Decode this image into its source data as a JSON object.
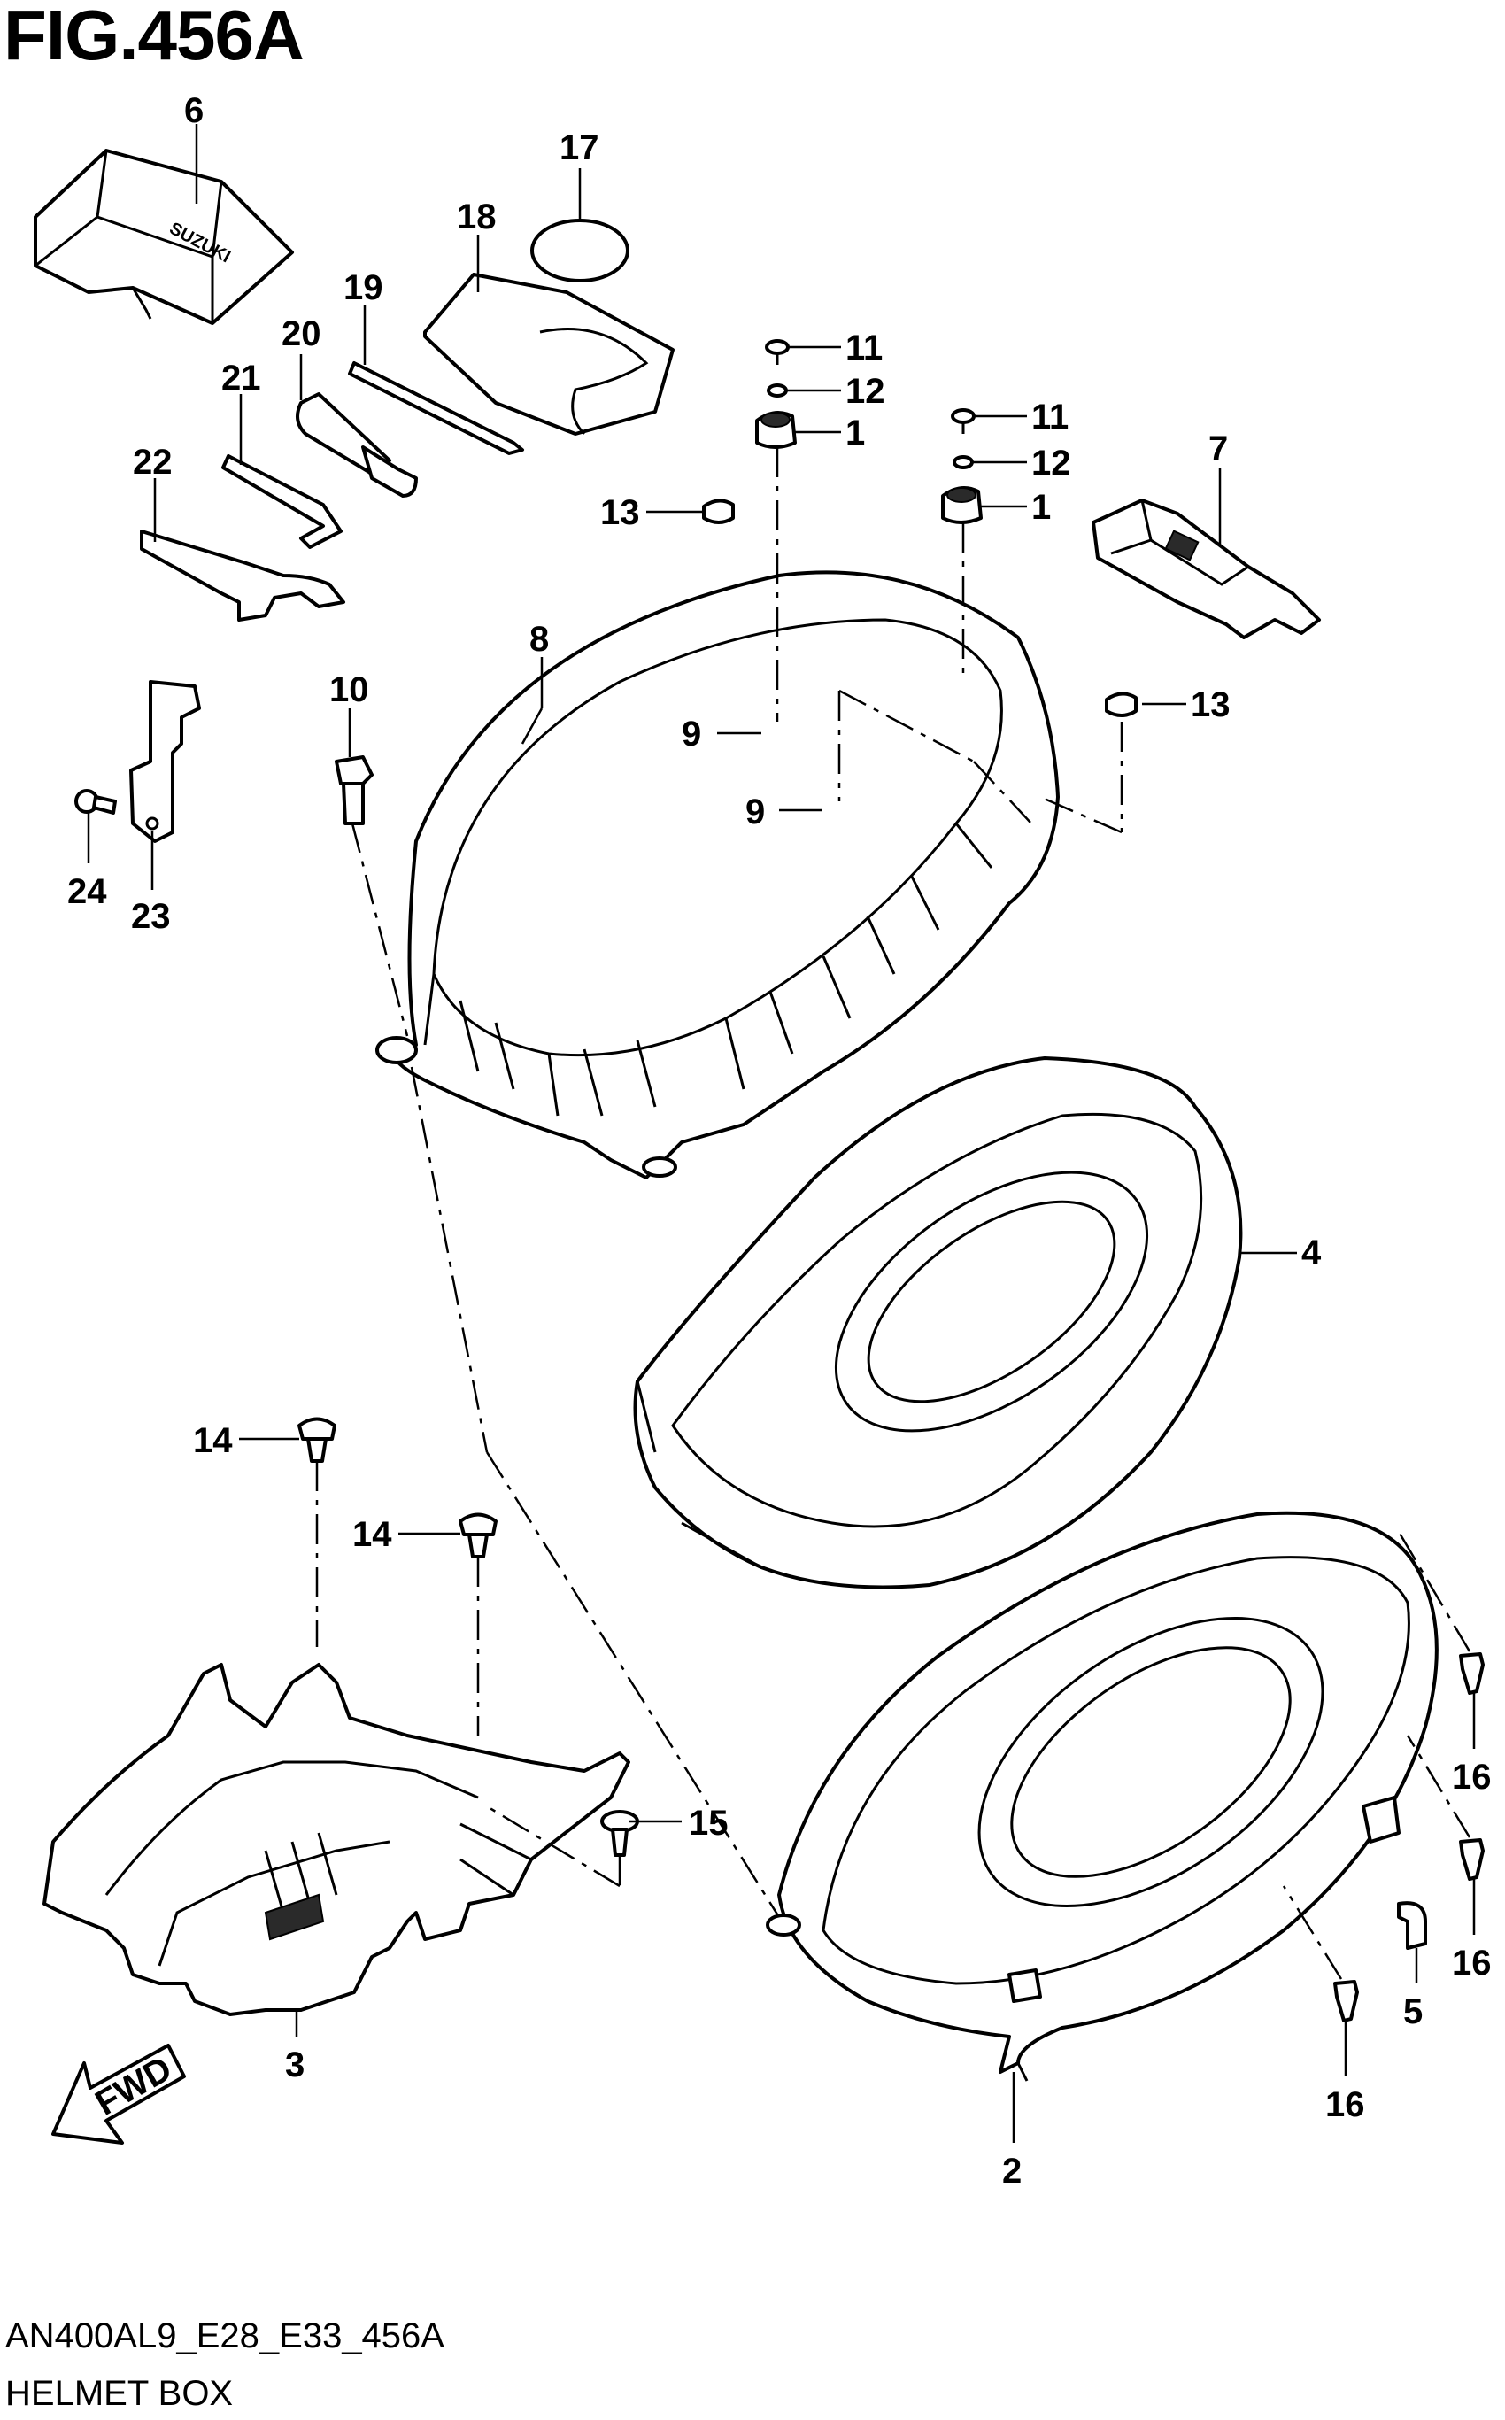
{
  "figure": {
    "title": "FIG.456A",
    "code": "AN400AL9_E28_E33_456A",
    "name": "HELMET BOX",
    "fwd_label": "FWD",
    "logo_text": "SUZUKI"
  },
  "callouts": [
    {
      "id": "c-6",
      "label": "6"
    },
    {
      "id": "c-17",
      "label": "17"
    },
    {
      "id": "c-18",
      "label": "18"
    },
    {
      "id": "c-19",
      "label": "19"
    },
    {
      "id": "c-20",
      "label": "20"
    },
    {
      "id": "c-21",
      "label": "21"
    },
    {
      "id": "c-22",
      "label": "22"
    },
    {
      "id": "c-11a",
      "label": "11"
    },
    {
      "id": "c-12a",
      "label": "12"
    },
    {
      "id": "c-1a",
      "label": "1"
    },
    {
      "id": "c-11b",
      "label": "11"
    },
    {
      "id": "c-12b",
      "label": "12"
    },
    {
      "id": "c-1b",
      "label": "1"
    },
    {
      "id": "c-7",
      "label": "7"
    },
    {
      "id": "c-13a",
      "label": "13"
    },
    {
      "id": "c-8",
      "label": "8"
    },
    {
      "id": "c-10",
      "label": "10"
    },
    {
      "id": "c-9a",
      "label": "9"
    },
    {
      "id": "c-9b",
      "label": "9"
    },
    {
      "id": "c-13b",
      "label": "13"
    },
    {
      "id": "c-24",
      "label": "24"
    },
    {
      "id": "c-23",
      "label": "23"
    },
    {
      "id": "c-4",
      "label": "4"
    },
    {
      "id": "c-14a",
      "label": "14"
    },
    {
      "id": "c-14b",
      "label": "14"
    },
    {
      "id": "c-15",
      "label": "15"
    },
    {
      "id": "c-3",
      "label": "3"
    },
    {
      "id": "c-16a",
      "label": "16"
    },
    {
      "id": "c-16b",
      "label": "16"
    },
    {
      "id": "c-5",
      "label": "5"
    },
    {
      "id": "c-16c",
      "label": "16"
    },
    {
      "id": "c-2",
      "label": "2"
    }
  ]
}
